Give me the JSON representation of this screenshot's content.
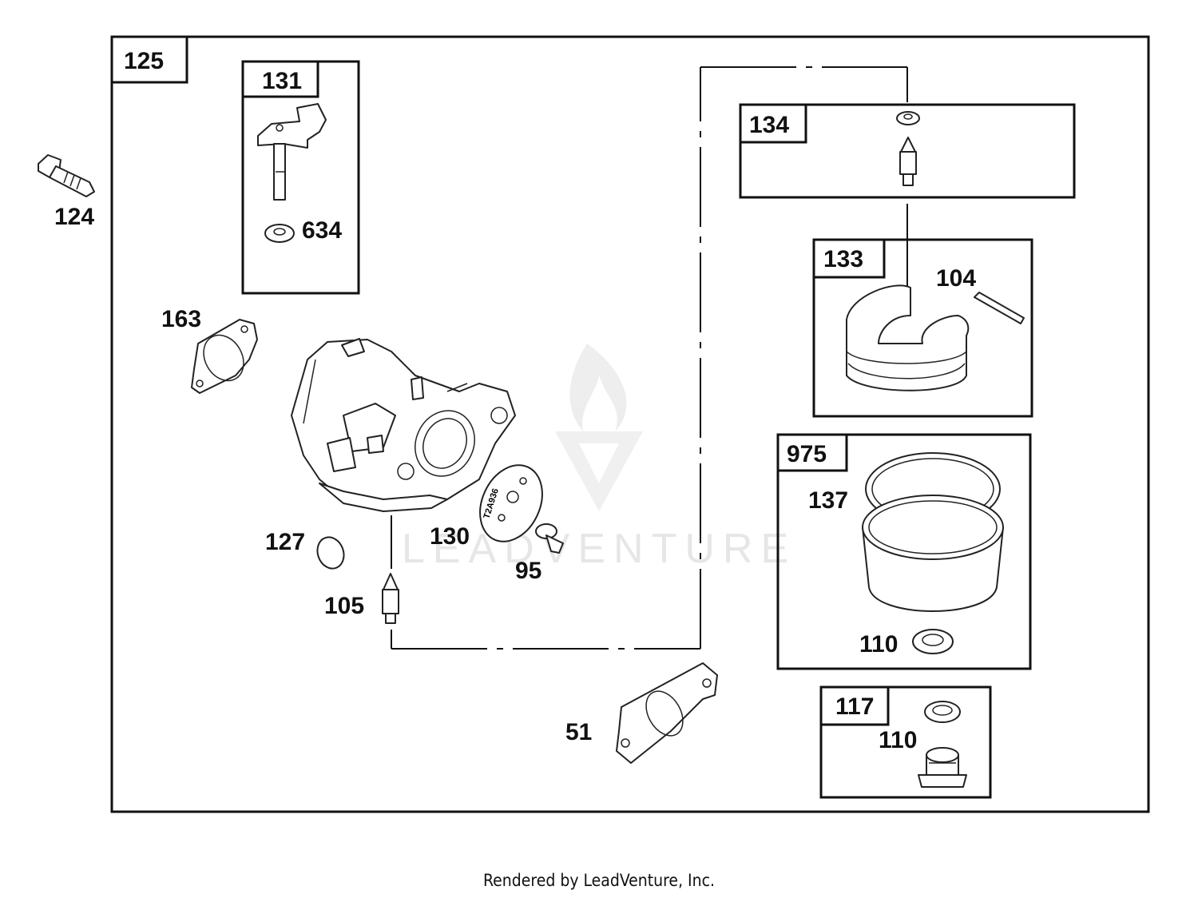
{
  "callouts": {
    "kit_125": "125",
    "kit_131": "131",
    "part_634": "634",
    "part_124": "124",
    "part_163": "163",
    "part_127": "127",
    "part_105": "105",
    "part_130": "130",
    "part_95": "95",
    "part_51": "51",
    "kit_134": "134",
    "kit_133": "133",
    "part_104": "104",
    "kit_975": "975",
    "part_137": "137",
    "part_110_bowl": "110",
    "kit_117": "117",
    "part_110_plug": "110"
  },
  "stamp_text": "T2A936",
  "watermark": "LEADVENTURE",
  "footer": "Rendered by LeadVenture, Inc."
}
